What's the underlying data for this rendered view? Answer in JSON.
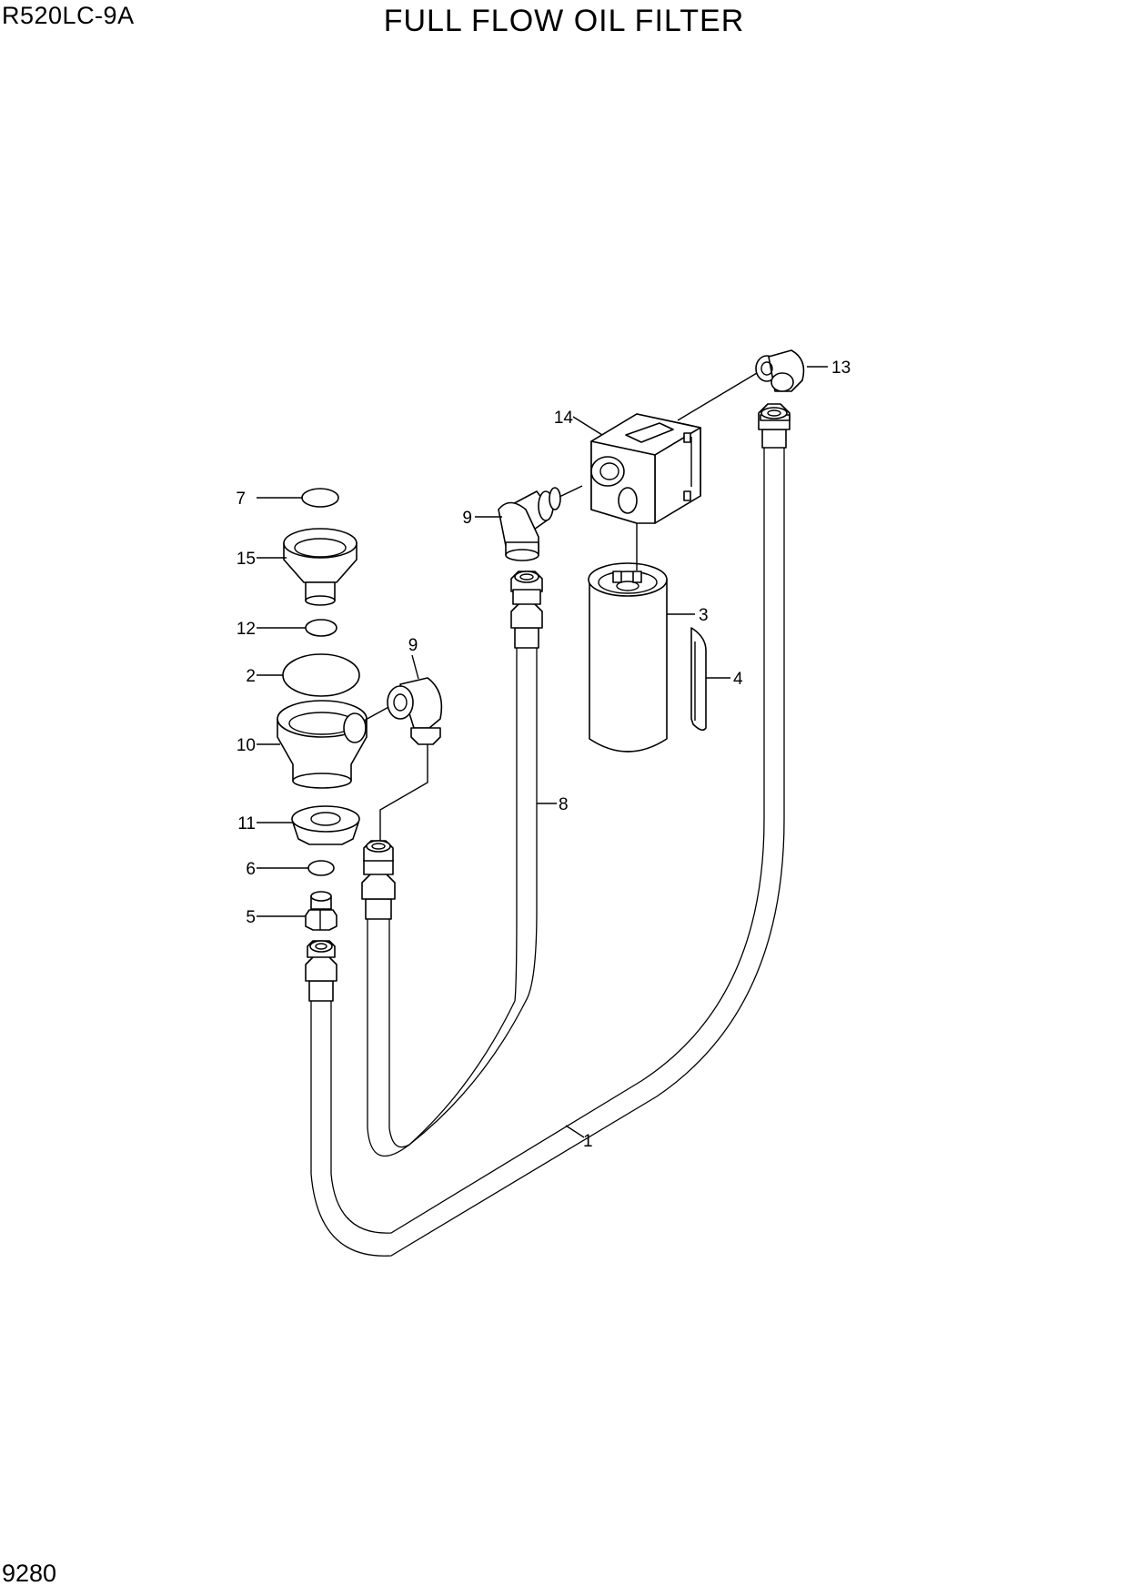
{
  "header": {
    "model": "R520LC-9A",
    "title": "FULL FLOW OIL FILTER"
  },
  "footer": {
    "page_number": "9280"
  },
  "callouts": {
    "c1": "1",
    "c2": "2",
    "c3": "3",
    "c4": "4",
    "c5": "5",
    "c6": "6",
    "c7": "7",
    "c8": "8",
    "c9a": "9",
    "c9b": "9",
    "c10": "10",
    "c11": "11",
    "c12": "12",
    "c13": "13",
    "c14": "14",
    "c15": "15"
  }
}
